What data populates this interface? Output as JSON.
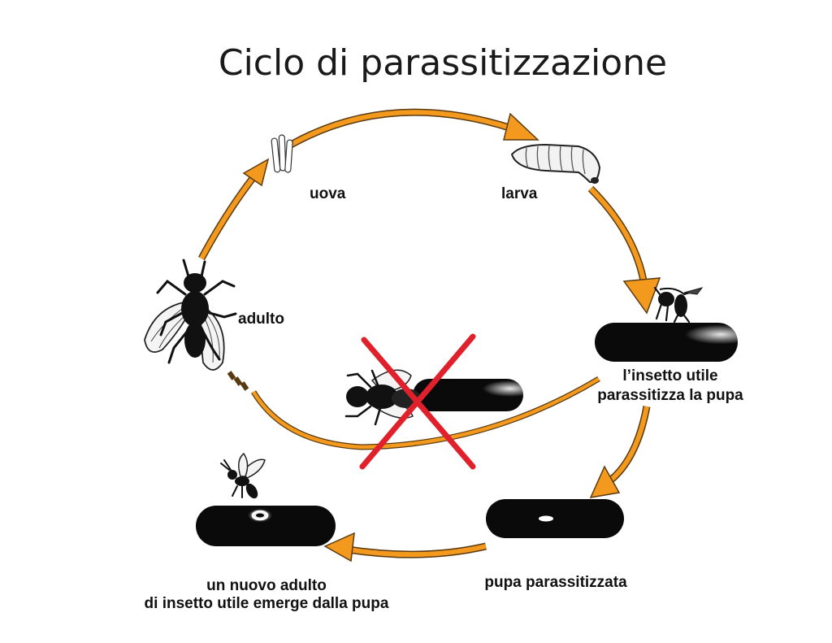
{
  "title": "Ciclo di parassitizzazione",
  "stages": {
    "eggs": "uova",
    "larva": "larva",
    "adult": "adulto",
    "parasitized_line1": "l’insetto utile",
    "parasitized_line2": "parassitizza la pupa",
    "parasitized_pupa": "pupa parassitizzata",
    "emerges_line1": "un nuovo adulto",
    "emerges_line2": "di insetto utile emerge dalla pupa"
  },
  "colors": {
    "arrow_fill": "#f39a1e",
    "arrow_stroke": "#5a3a10",
    "pupa": "#0a0a0a",
    "cross": "#e0202a"
  }
}
